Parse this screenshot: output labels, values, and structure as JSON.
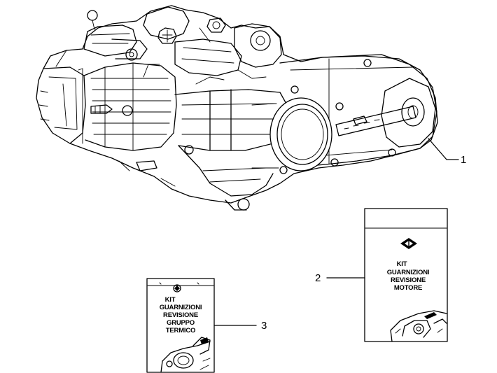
{
  "callouts": {
    "item1": "1",
    "item2": "2",
    "item3": "3"
  },
  "kit_engine": {
    "line1": "KIT",
    "line2": "GUARNIZIONI",
    "line3": "REVISIONE",
    "line4": "MOTORE"
  },
  "kit_cylinder": {
    "line1": "KIT",
    "line2": "GUARNIZIONI",
    "line3": "REVISIONE",
    "line4": "GRUPPO",
    "line5": "TERMICO"
  },
  "colors": {
    "line": "#000000",
    "background": "#ffffff"
  },
  "icons": {
    "brand_logo": "piaggio-shield-logo"
  }
}
